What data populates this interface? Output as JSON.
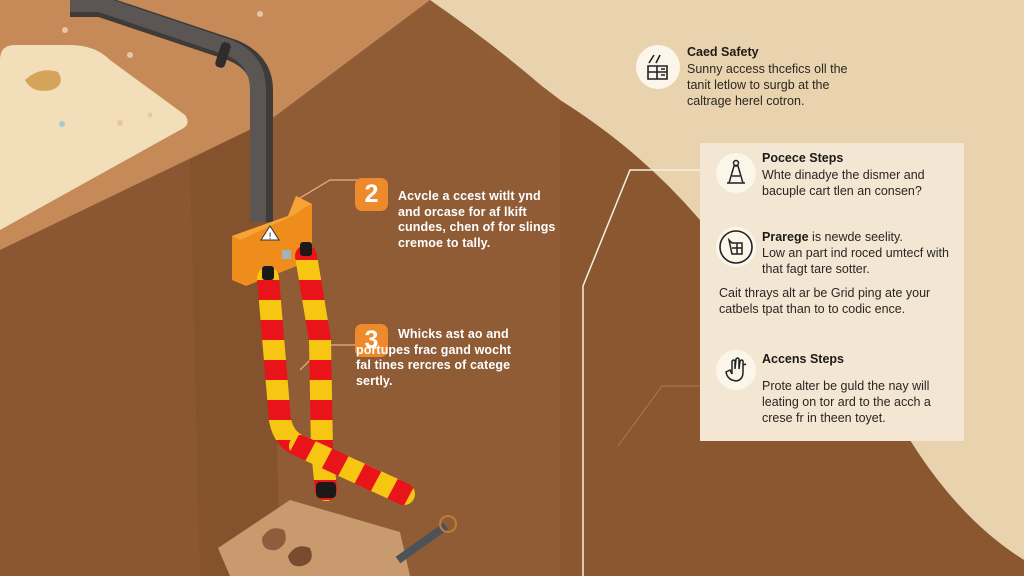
{
  "colors": {
    "soil_dark": "#8a5730",
    "soil_mid": "#9a6238",
    "surface": "#c78c5c",
    "paper": "#e8d3ae",
    "card": "#f3e6d2",
    "badge": "#ec8a2c",
    "pipe_red": "#e8141a",
    "pipe_yellow": "#f7c613",
    "junction_box": "#ee8d1c",
    "conduit": "#5a5552"
  },
  "steps": [
    {
      "number": "2",
      "text": "Acvcle a ccest witlt ynd and orcase for af lkift cundes, chen of for slings cremoe to tally."
    },
    {
      "number": "3",
      "text": "Whicks ast ao and portupes frac gand wocht fal tines rercres of catege sertly."
    }
  ],
  "callouts": {
    "top": {
      "icon": "scaffold-icon",
      "title": "Caed Safety",
      "body": "Sunny access thcefics oll the tanit letlow to surgb at the caltrage herel cotron."
    },
    "card": {
      "items": [
        {
          "icon": "traffic-cone-icon",
          "title": "Pocece Steps",
          "body": "Whte dinadye the dismer and bacuple cart tlen an consen?"
        },
        {
          "icon": "cart-icon",
          "title": "Prarege",
          "title_suffix": " is newde seelity.",
          "body": "Low an part ind roced umtecf with that fagt tare sotter."
        }
      ],
      "note": "Cait thrays alt ar be Grid ping ate your catbels tpat than to to codic ence.",
      "last": {
        "icon": "hand-icon",
        "title": "Accens Steps",
        "body": "Prote alter be guld the nay will leating on tor ard to the acch a crese fr in theen toyet."
      }
    }
  },
  "illustration": {
    "warning_symbol": "⚠"
  }
}
